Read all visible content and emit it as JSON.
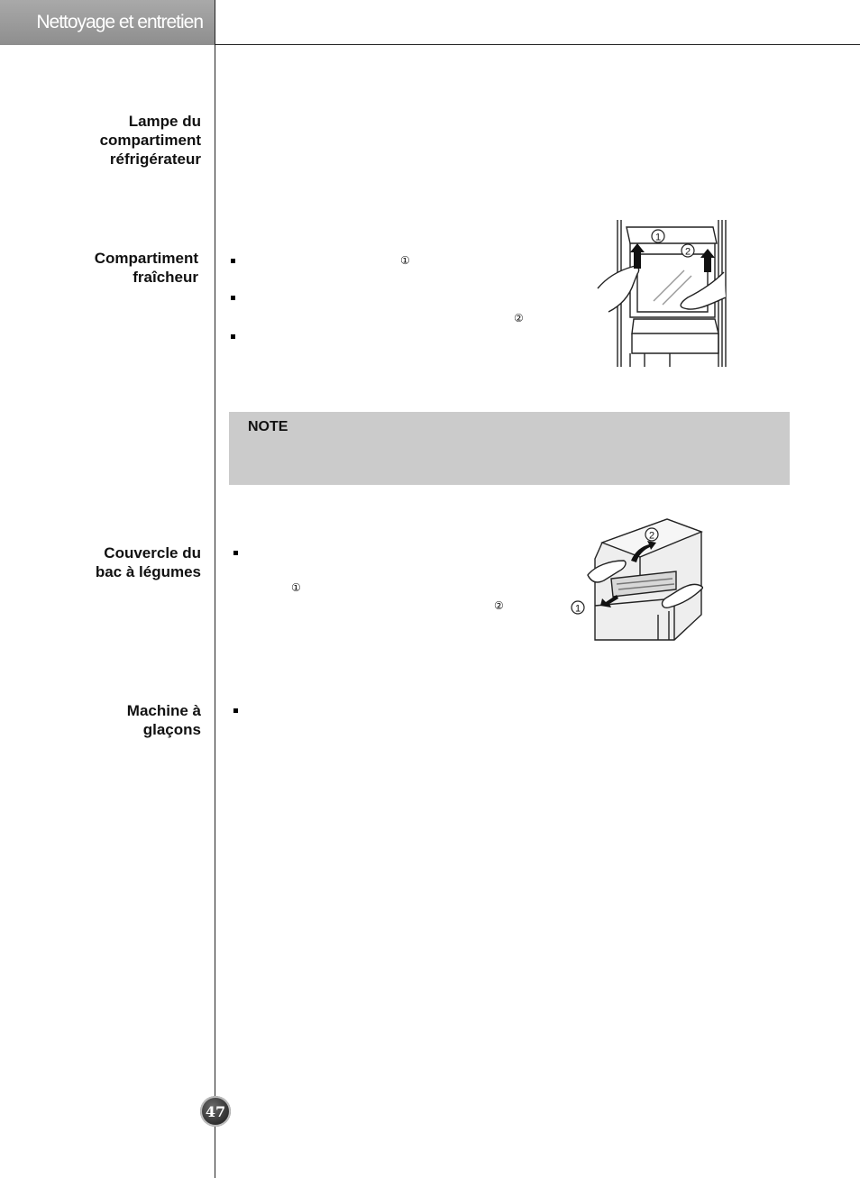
{
  "header": {
    "title": "Nettoyage et entretien"
  },
  "sections": [
    {
      "label": "Lampe du\ncompartiment\nréfrigérateur"
    },
    {
      "label": "Compartiment\nfraîcheur"
    },
    {
      "label": "Couvercle du\nbac à légumes"
    },
    {
      "label": "Machine à\nglaçons"
    }
  ],
  "markers": {
    "one": "①",
    "two": "②"
  },
  "note": {
    "title": "NOTE"
  },
  "page": {
    "number": "47"
  }
}
